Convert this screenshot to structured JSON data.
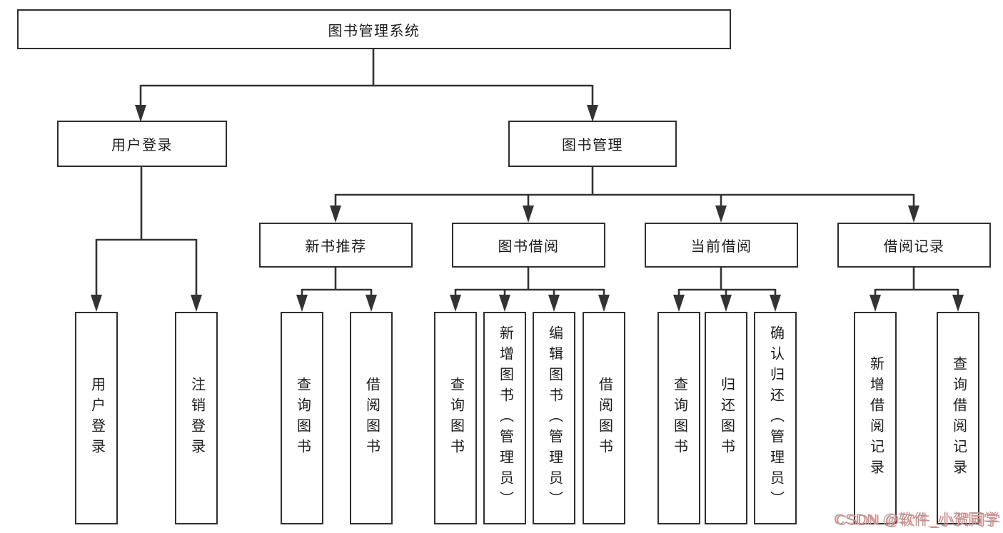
{
  "tree": {
    "root": {
      "label": "图书管理系统"
    },
    "branches": [
      {
        "label": "用户登录",
        "children": [
          {
            "label": "用户登录"
          },
          {
            "label": "注销登录"
          }
        ]
      },
      {
        "label": "图书管理",
        "children": [
          {
            "label": "新书推荐",
            "children": [
              {
                "label": "查询图书"
              },
              {
                "label": "借阅图书"
              }
            ]
          },
          {
            "label": "图书借阅",
            "children": [
              {
                "label": "查询图书"
              },
              {
                "label": "新增图书（管理员）"
              },
              {
                "label": "编辑图书（管理员）"
              },
              {
                "label": "借阅图书"
              }
            ]
          },
          {
            "label": "当前借阅",
            "children": [
              {
                "label": "查询图书"
              },
              {
                "label": "归还图书"
              },
              {
                "label": "确认归还（管理员）"
              }
            ]
          },
          {
            "label": "借阅记录",
            "children": [
              {
                "label": "新增借阅记录"
              },
              {
                "label": "查询借阅记录"
              }
            ]
          }
        ]
      }
    ]
  },
  "watermark": {
    "text": "CSDN @软件_小贺同学"
  },
  "colors": {
    "line": "#333333",
    "box_border": "#2f2f2f",
    "box_fill": "#ffffff",
    "text": "#1c1c1c",
    "background": "#ffffff",
    "watermark_gray": "#a3a3a3",
    "watermark_red": "#ff7a7a"
  }
}
